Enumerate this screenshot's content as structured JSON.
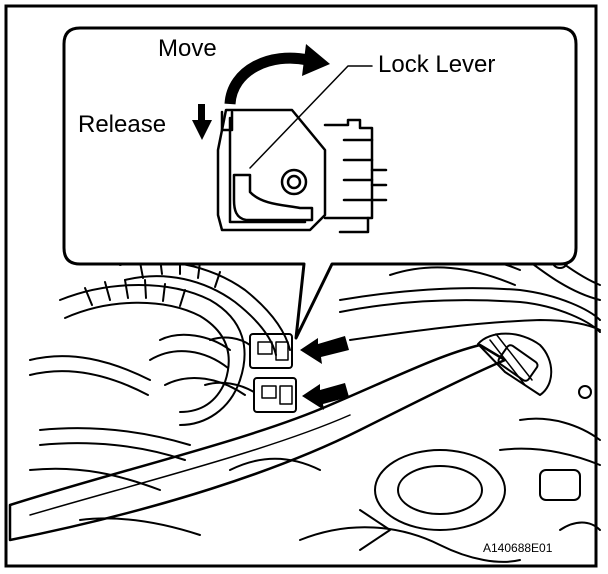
{
  "labels": {
    "move": "Move",
    "lock_lever": "Lock Lever",
    "release": "Release",
    "figure_id": "A140688E01"
  },
  "icons": [
    "move-arrow-icon",
    "release-arrow-icon",
    "pointer-arrow-icon"
  ],
  "colors": {
    "ink": "#000000",
    "background": "#ffffff"
  }
}
